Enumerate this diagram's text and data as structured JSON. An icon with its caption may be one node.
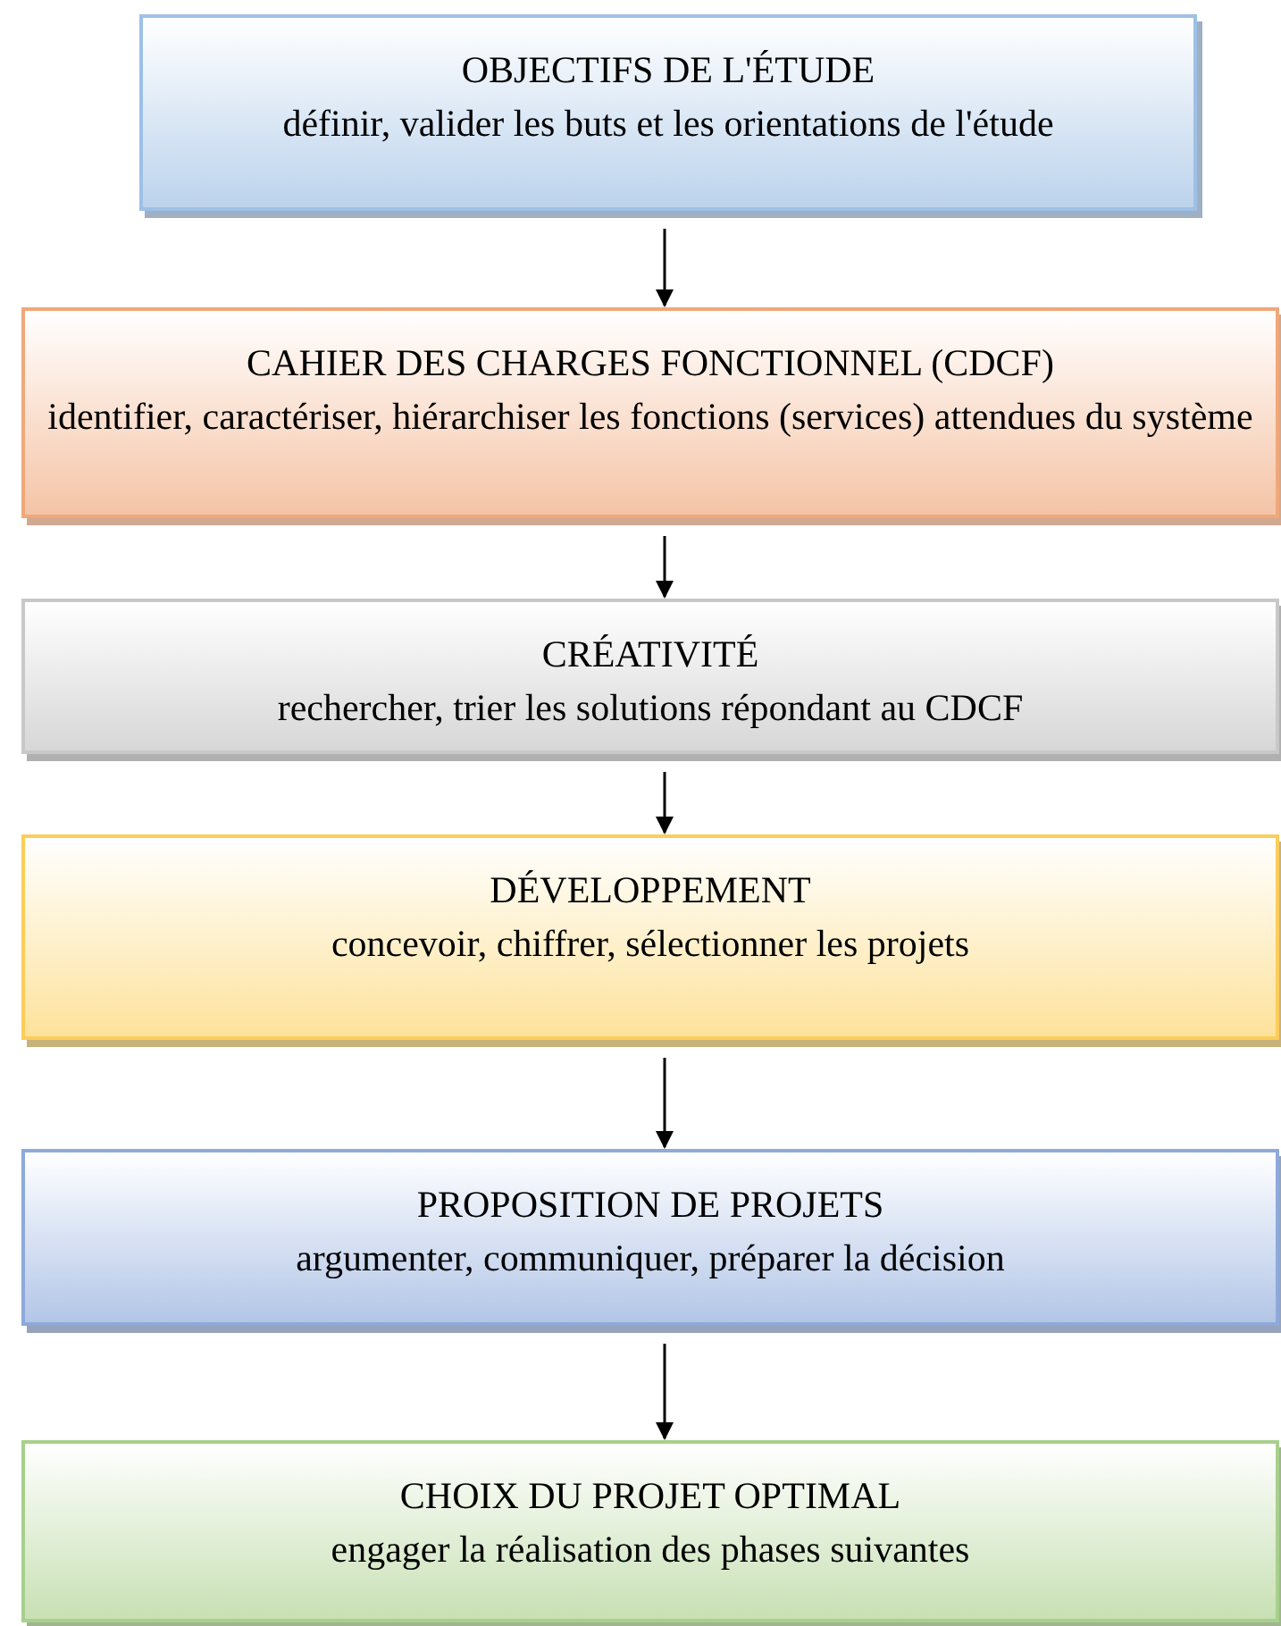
{
  "diagram": {
    "nodes": [
      {
        "text": [
          "OBJECTIFS DE L'ÉTUDE",
          "définir, valider les buts et les orientations de l'étude"
        ]
      },
      {
        "text": [
          "CAHIER DES CHARGES FONCTIONNEL (CDCF)",
          "identifier, caractériser, hiérarchiser les fonctions (services) attendues du système"
        ]
      },
      {
        "text": [
          "CRÉATIVITÉ",
          "rechercher, trier les solutions répondant au CDCF"
        ]
      },
      {
        "text": [
          "DÉVELOPPEMENT",
          "concevoir, chiffrer, sélectionner les projets"
        ]
      },
      {
        "text": [
          "PROPOSITION DE PROJETS",
          "argumenter, communiquer, préparer la décision"
        ]
      },
      {
        "text": [
          "CHOIX DU PROJET OPTIMAL",
          "engager la réalisation des phases suivantes"
        ]
      }
    ],
    "edges": [
      {
        "from": 0,
        "to": 1,
        "arrow": "to"
      },
      {
        "from": 1,
        "to": 2,
        "arrow": "to"
      },
      {
        "from": 2,
        "to": 3,
        "arrow": "to"
      },
      {
        "from": 3,
        "to": 4,
        "arrow": "to"
      },
      {
        "from": 4,
        "to": 5,
        "arrow": "to"
      }
    ]
  }
}
